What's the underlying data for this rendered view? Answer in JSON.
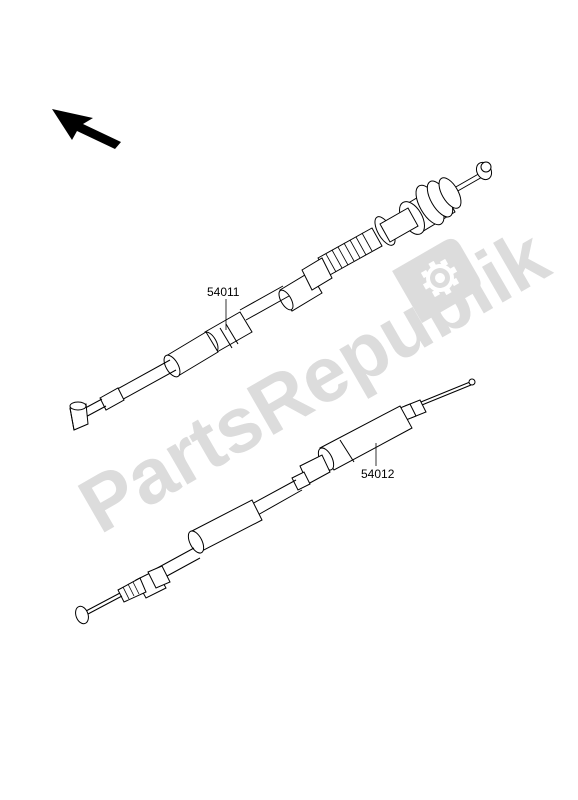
{
  "parts": [
    {
      "number": "54011"
    },
    {
      "number": "54012"
    }
  ],
  "watermark": {
    "text": "PartsRepublik",
    "color": "#d6d6d6"
  },
  "colors": {
    "line": "#000000",
    "fill": "#ffffff"
  },
  "icons": [
    "front-direction-arrow-icon",
    "gear-icon"
  ]
}
